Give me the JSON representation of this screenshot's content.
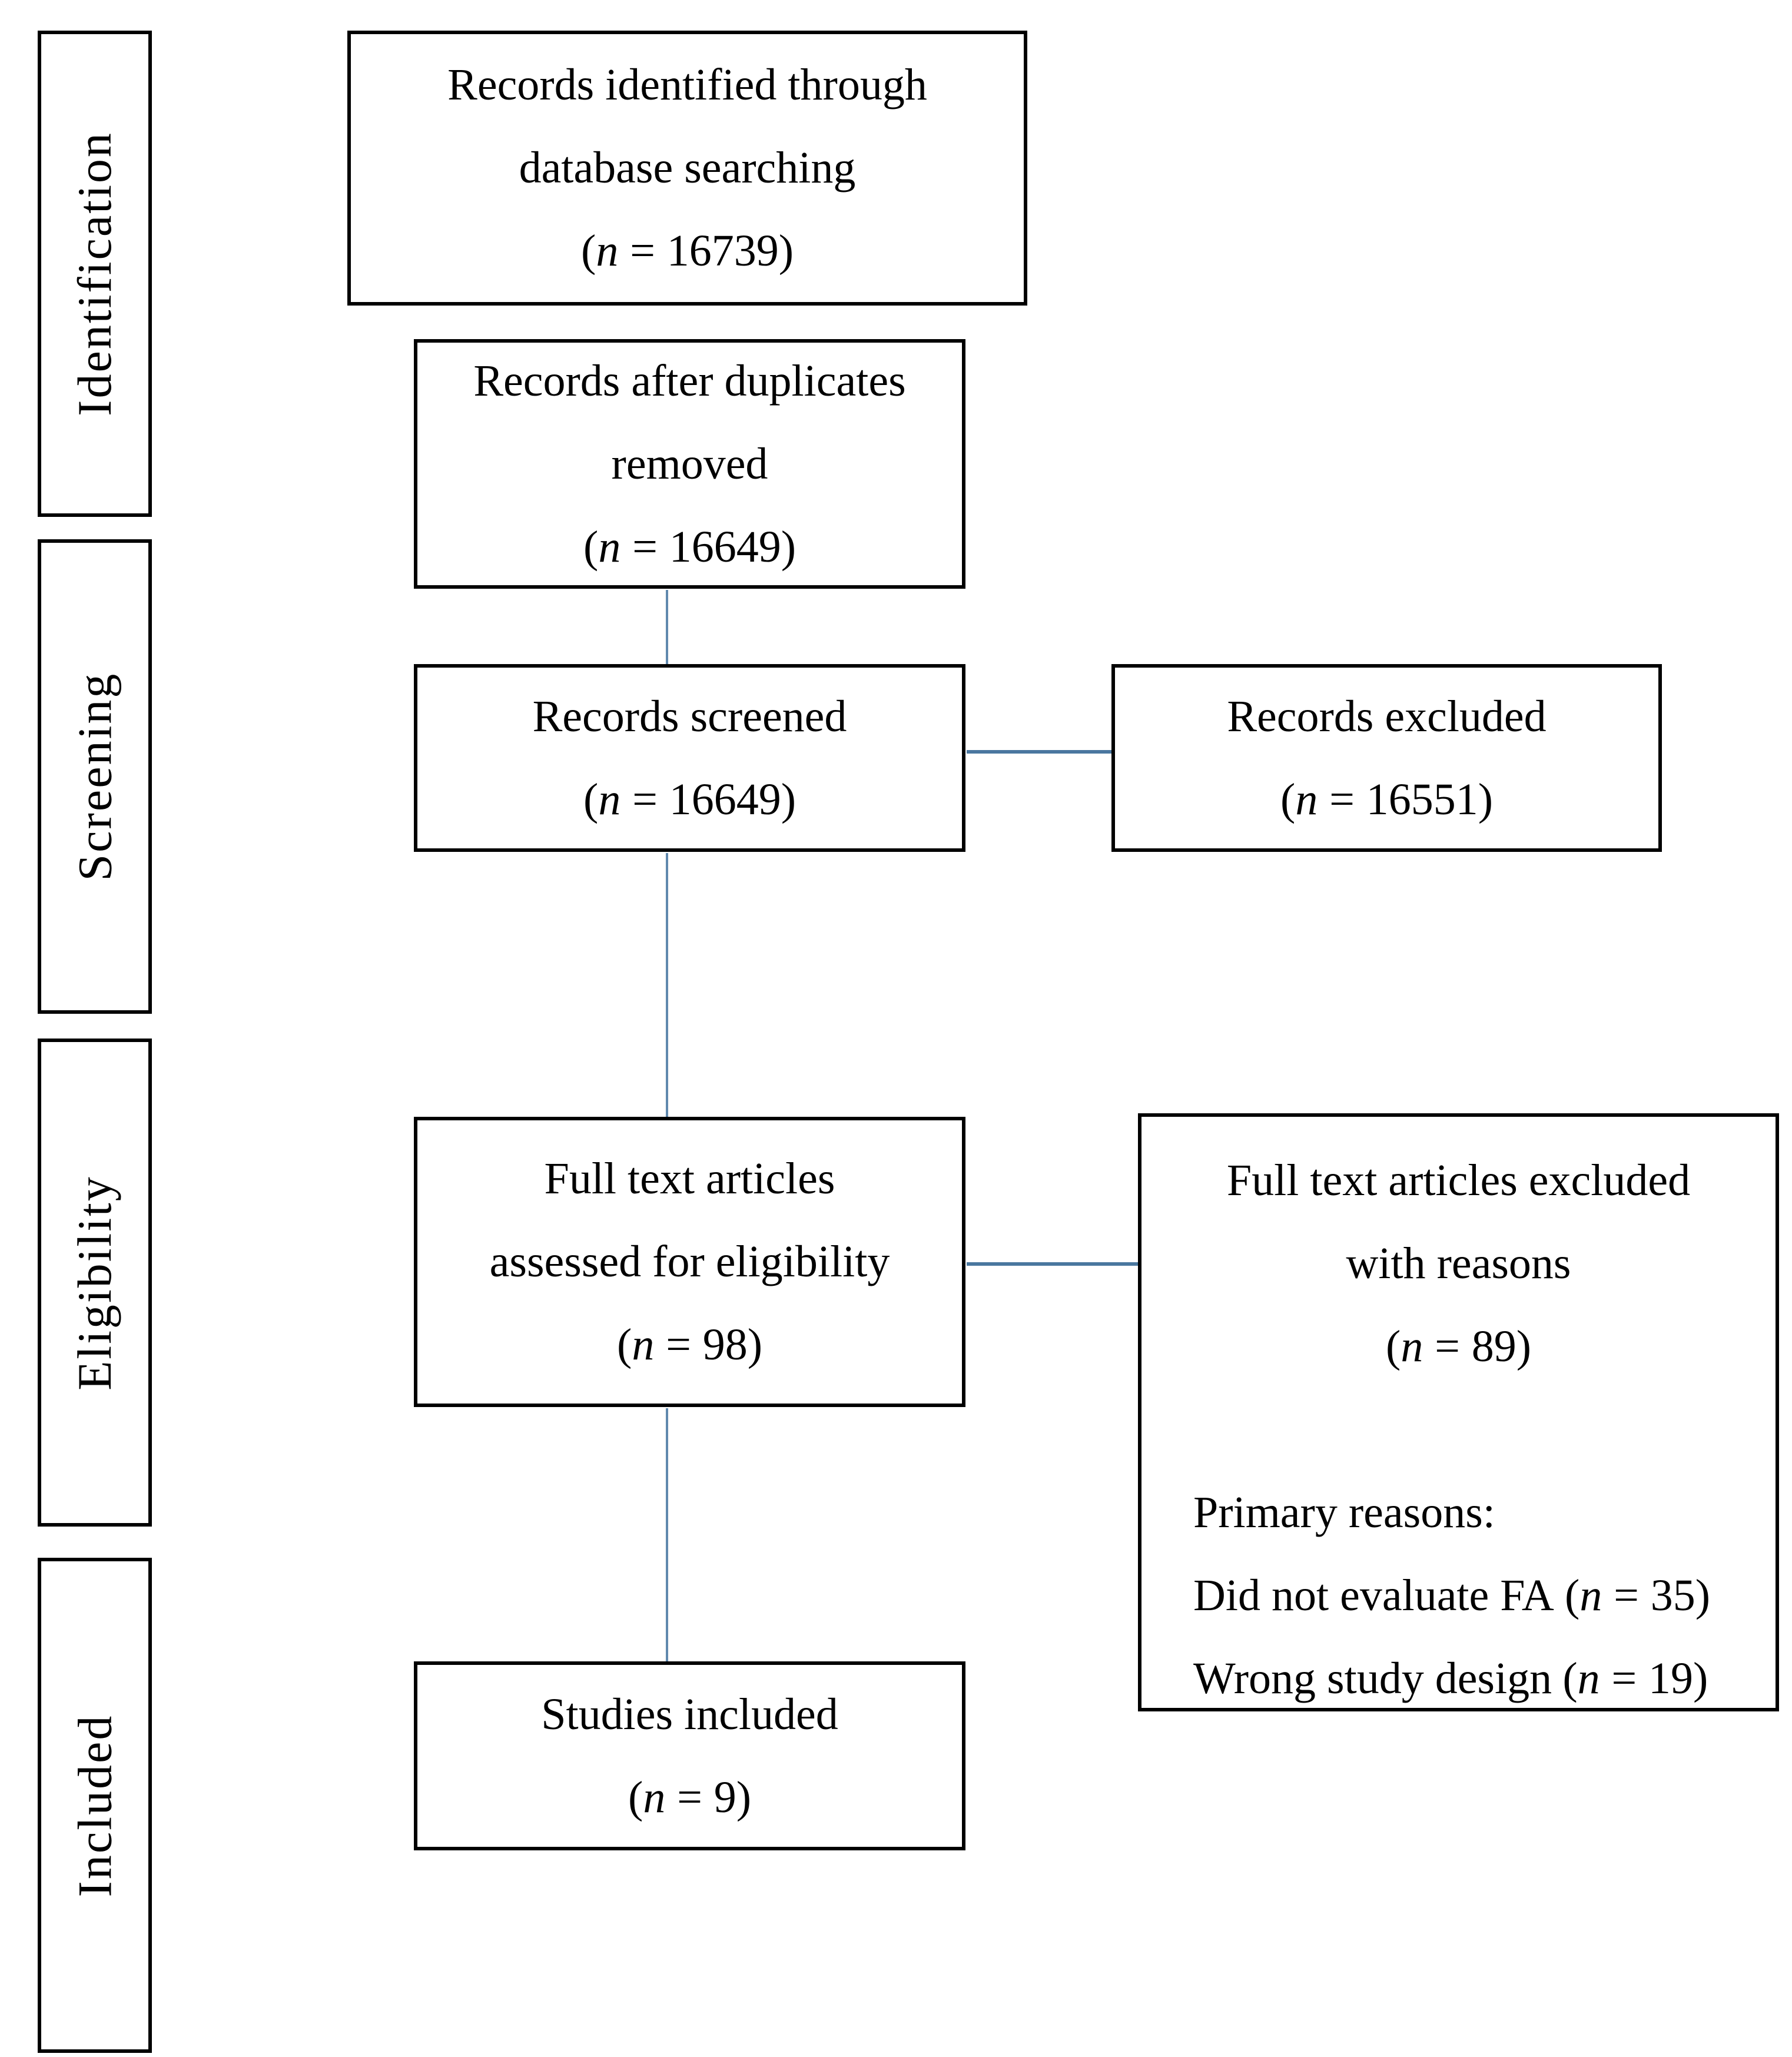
{
  "page": {
    "background": "#ffffff"
  },
  "diagram": {
    "notation": {
      "open": "(",
      "var": "n",
      "eq": "=",
      "close": ")"
    },
    "stages": [
      {
        "label": "Identification"
      },
      {
        "label": "Screening"
      },
      {
        "label": "Eligibility"
      },
      {
        "label": "Included"
      }
    ],
    "boxes": {
      "identified": {
        "lines": [
          "Records identified through",
          "database searching"
        ],
        "n": "16739"
      },
      "deduplicated": {
        "lines": [
          "Records after duplicates",
          "removed"
        ],
        "n": "16649"
      },
      "screened": {
        "lines": [
          "Records screened"
        ],
        "n": "16649"
      },
      "records_excluded": {
        "lines": [
          "Records excluded"
        ],
        "n": "16551"
      },
      "fulltext_assessed": {
        "lines": [
          "Full text articles",
          "assessed for eligibility"
        ],
        "n": "98"
      },
      "fulltext_excluded": {
        "lines": [
          "Full text articles excluded",
          "with reasons"
        ],
        "n": "89",
        "reasons_heading": "Primary reasons:",
        "reasons": [
          {
            "text": "Did not evaluate FA",
            "n": "35"
          },
          {
            "text": "Wrong study design",
            "n": "19"
          }
        ]
      },
      "studies_included": {
        "lines": [
          "Studies included"
        ],
        "n": "9"
      }
    },
    "colors": {
      "box_border": "#000000",
      "connector_horizontal": "#4a779f",
      "connector_vertical": "#6089ae",
      "text": "#000000"
    }
  }
}
